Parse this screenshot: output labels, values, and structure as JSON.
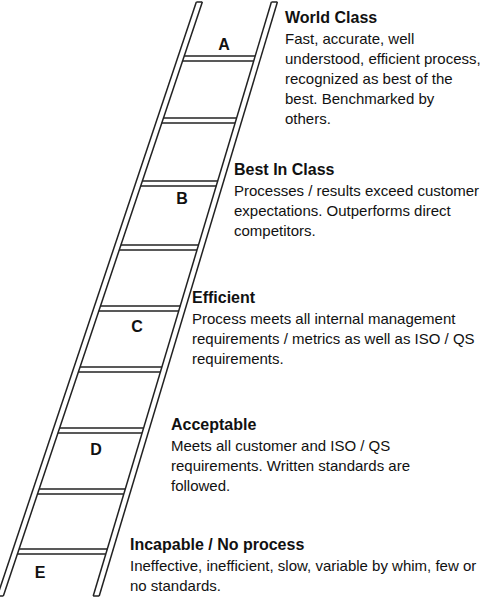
{
  "diagram": {
    "labels": [
      "World Class",
      "Fast, accurate, well understood, efficient process, recognized as best of the best. Benchmarked by others.",
      "A",
      "Best In Class",
      "Processes / results exceed customer expectations. Outperforms direct competitors.",
      "B",
      "Efficient",
      "Process meets all internal management requirements / metrics as well as ISO / QS requirements.",
      "C",
      "Acceptable",
      "Meets all customer and ISO / QS requirements. Written standards are followed.",
      "D",
      "Incapable / No process",
      "Ineffective, inefficient, slow, variable by whim, few or no standards.",
      "E"
    ]
  }
}
